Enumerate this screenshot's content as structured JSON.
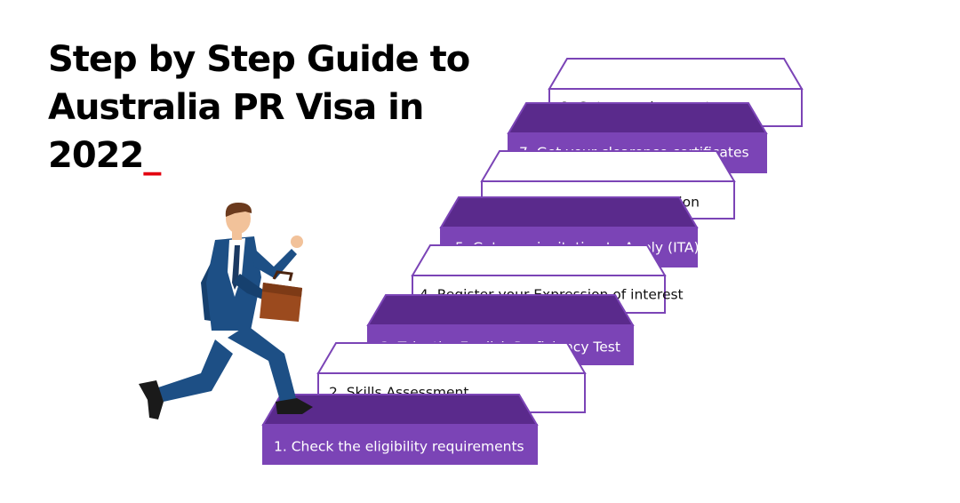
{
  "title": {
    "line1": "Step by Step Guide to",
    "line2": "Australia PR Visa in",
    "line3": "2022",
    "cursor": "_"
  },
  "colors": {
    "purple": "#7b44b6",
    "purple_dark": "#5a2a8c",
    "accent_red": "#e3000f",
    "text_dark": "#111111",
    "text_light": "#ffffff"
  },
  "illustration": {
    "figure": "businessman-running-icon",
    "item": "briefcase-icon"
  },
  "steps": [
    {
      "label": "1. Check the eligibility requirements",
      "style": "purple"
    },
    {
      "label": "2. Skills Assessment",
      "style": "white"
    },
    {
      "label": "3. Take the English Proficiency Test",
      "style": "purple"
    },
    {
      "label": "4. Register your Expression of interest",
      "style": "white"
    },
    {
      "label": "5. Get your invitation to Apply (ITA)",
      "style": "purple"
    },
    {
      "label": "6. Submit your PR application",
      "style": "white"
    },
    {
      "label": "7. Get your clearence certificates",
      "style": "purple"
    },
    {
      "label": "8. Get your visa grant",
      "style": "white"
    }
  ]
}
